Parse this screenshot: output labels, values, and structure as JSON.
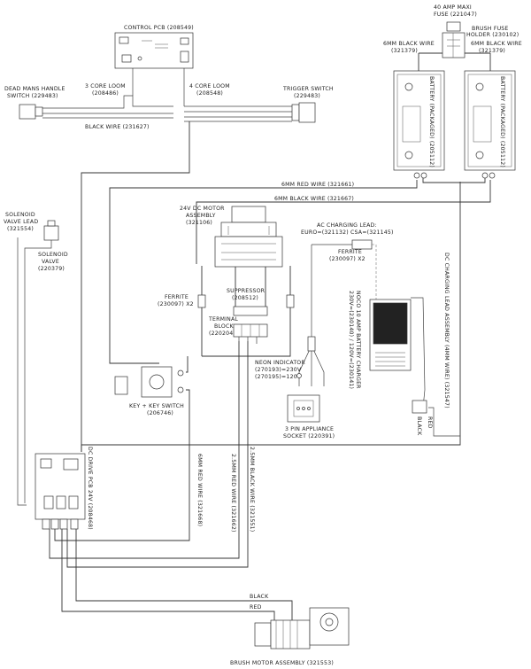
{
  "labels": {
    "control_pcb": "CONTROL PCB (208549)",
    "maxi_fuse": [
      "40 AMP MAXI",
      "FUSE (221047)"
    ],
    "brush_fuse_holder": [
      "BRUSH FUSE",
      "HOLDER (230102)"
    ],
    "black_wire_left": [
      "6MM BLACK WIRE",
      "(321379)"
    ],
    "black_wire_right": [
      "6MM BLACK WIRE",
      "(321379)"
    ],
    "dead_mans_switch": [
      "DEAD MANS HANDLE",
      "SWITCH (229483)"
    ],
    "three_core_loom": [
      "3 CORE LOOM",
      "(208486)"
    ],
    "four_core_loom": [
      "4 CORE LOOM",
      "(208548)"
    ],
    "trigger_switch": [
      "TRIGGER SWITCH",
      "(229483)"
    ],
    "black_wire_loom": "BLACK WIRE (231627)",
    "battery_left": "BATTERY (PACKAGED) (205112)",
    "battery_right": "BATTERY (PACKAGED) (205112)",
    "red_wire_top": "6MM RED WIRE (321661)",
    "black_wire_top": "6MM BLACK WIRE (321667)",
    "solenoid_valve_lead": [
      "SOLENOID",
      "VALVE LEAD",
      "(321554)"
    ],
    "solenoid_valve": [
      "SOLENOID",
      "VALVE",
      "(220379)"
    ],
    "motor_assembly": [
      "24V DC MOTOR",
      "ASSEMBLY",
      "(321106)"
    ],
    "ac_charging_lead": [
      "AC CHARGING LEAD:",
      "EURO=(321132)  CSA=(321145)"
    ],
    "ferrite_right": [
      "FERRITE",
      "(230097) X2"
    ],
    "ferrite_left": [
      "FERRITE",
      "(230097) X2"
    ],
    "suppressor": [
      "SUPPRESSOR",
      "(208512)"
    ],
    "terminal_block": [
      "TERMINAL",
      "BLOCK",
      "(220204)"
    ],
    "neon_indicator": [
      "NEON INDICATOR",
      "(270193)=230V",
      "(270195)=120V"
    ],
    "key_switch": [
      "KEY + KEY SWITCH",
      "(206746)"
    ],
    "charger": [
      "NOCO 10 AMP BATTERY CHARGER",
      "230V=(230140) / 120V=(230141)"
    ],
    "dc_charging_lead": "DC CHARGING LEAD ASSEMBLY (4MM WIRE) (321547)",
    "appliance_socket": [
      "3 PIN APPLIANCE",
      "SOCKET (220391)"
    ],
    "black": "BLACK",
    "red": "RED",
    "dc_drive_pcb": "DC DRIVE PCB 24V (208468)",
    "red_wire_6mm": "6MM RED WIRE (321668)",
    "red_wire_25": "2.5MM RED WIRE (321662)",
    "black_wire_25": "2.5MM BLACK WIRE (321551)",
    "wire_black": "BLACK",
    "wire_red": "RED",
    "brush_motor": "BRUSH MOTOR ASSEMBLY (321553)"
  }
}
